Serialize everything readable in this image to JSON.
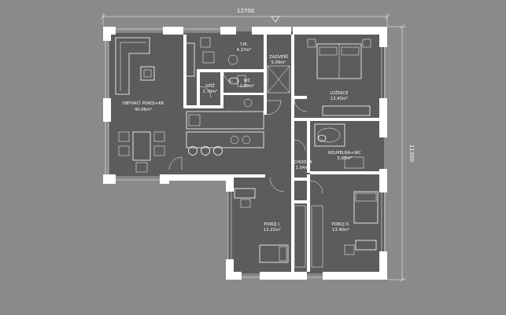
{
  "dimensions": {
    "width_label": "12700",
    "height_label": "11300"
  },
  "rooms": [
    {
      "id": "obyvaci",
      "name": "OBÝVACÍ POKOJ+KK",
      "area": "40.06m²"
    },
    {
      "id": "tm",
      "name": "T.M.",
      "area": "4.17m²"
    },
    {
      "id": "zadveri",
      "name": "ZÁDVEŘÍ",
      "area": "5.09m²"
    },
    {
      "id": "loznice",
      "name": "LOŽNICE",
      "area": "13.43m²"
    },
    {
      "id": "spiz",
      "name": "SPÍŽ",
      "area": "1.70m²"
    },
    {
      "id": "wc",
      "name": "WC",
      "area": "1.68m²"
    },
    {
      "id": "koupelna",
      "name": "KOUPELNA+WC",
      "area": "5.93m²"
    },
    {
      "id": "chodba",
      "name": "CHODBA",
      "area": "1.54m²"
    },
    {
      "id": "pokoj1",
      "name": "POKOJ I.",
      "area": "12.22m²"
    },
    {
      "id": "pokoj2",
      "name": "POKOJ II.",
      "area": "13.40m²"
    }
  ],
  "colors": {
    "background": "#8a8a8a",
    "floor": "#5c5c5c",
    "walls": "#ffffff",
    "lines": "#ffffff"
  }
}
